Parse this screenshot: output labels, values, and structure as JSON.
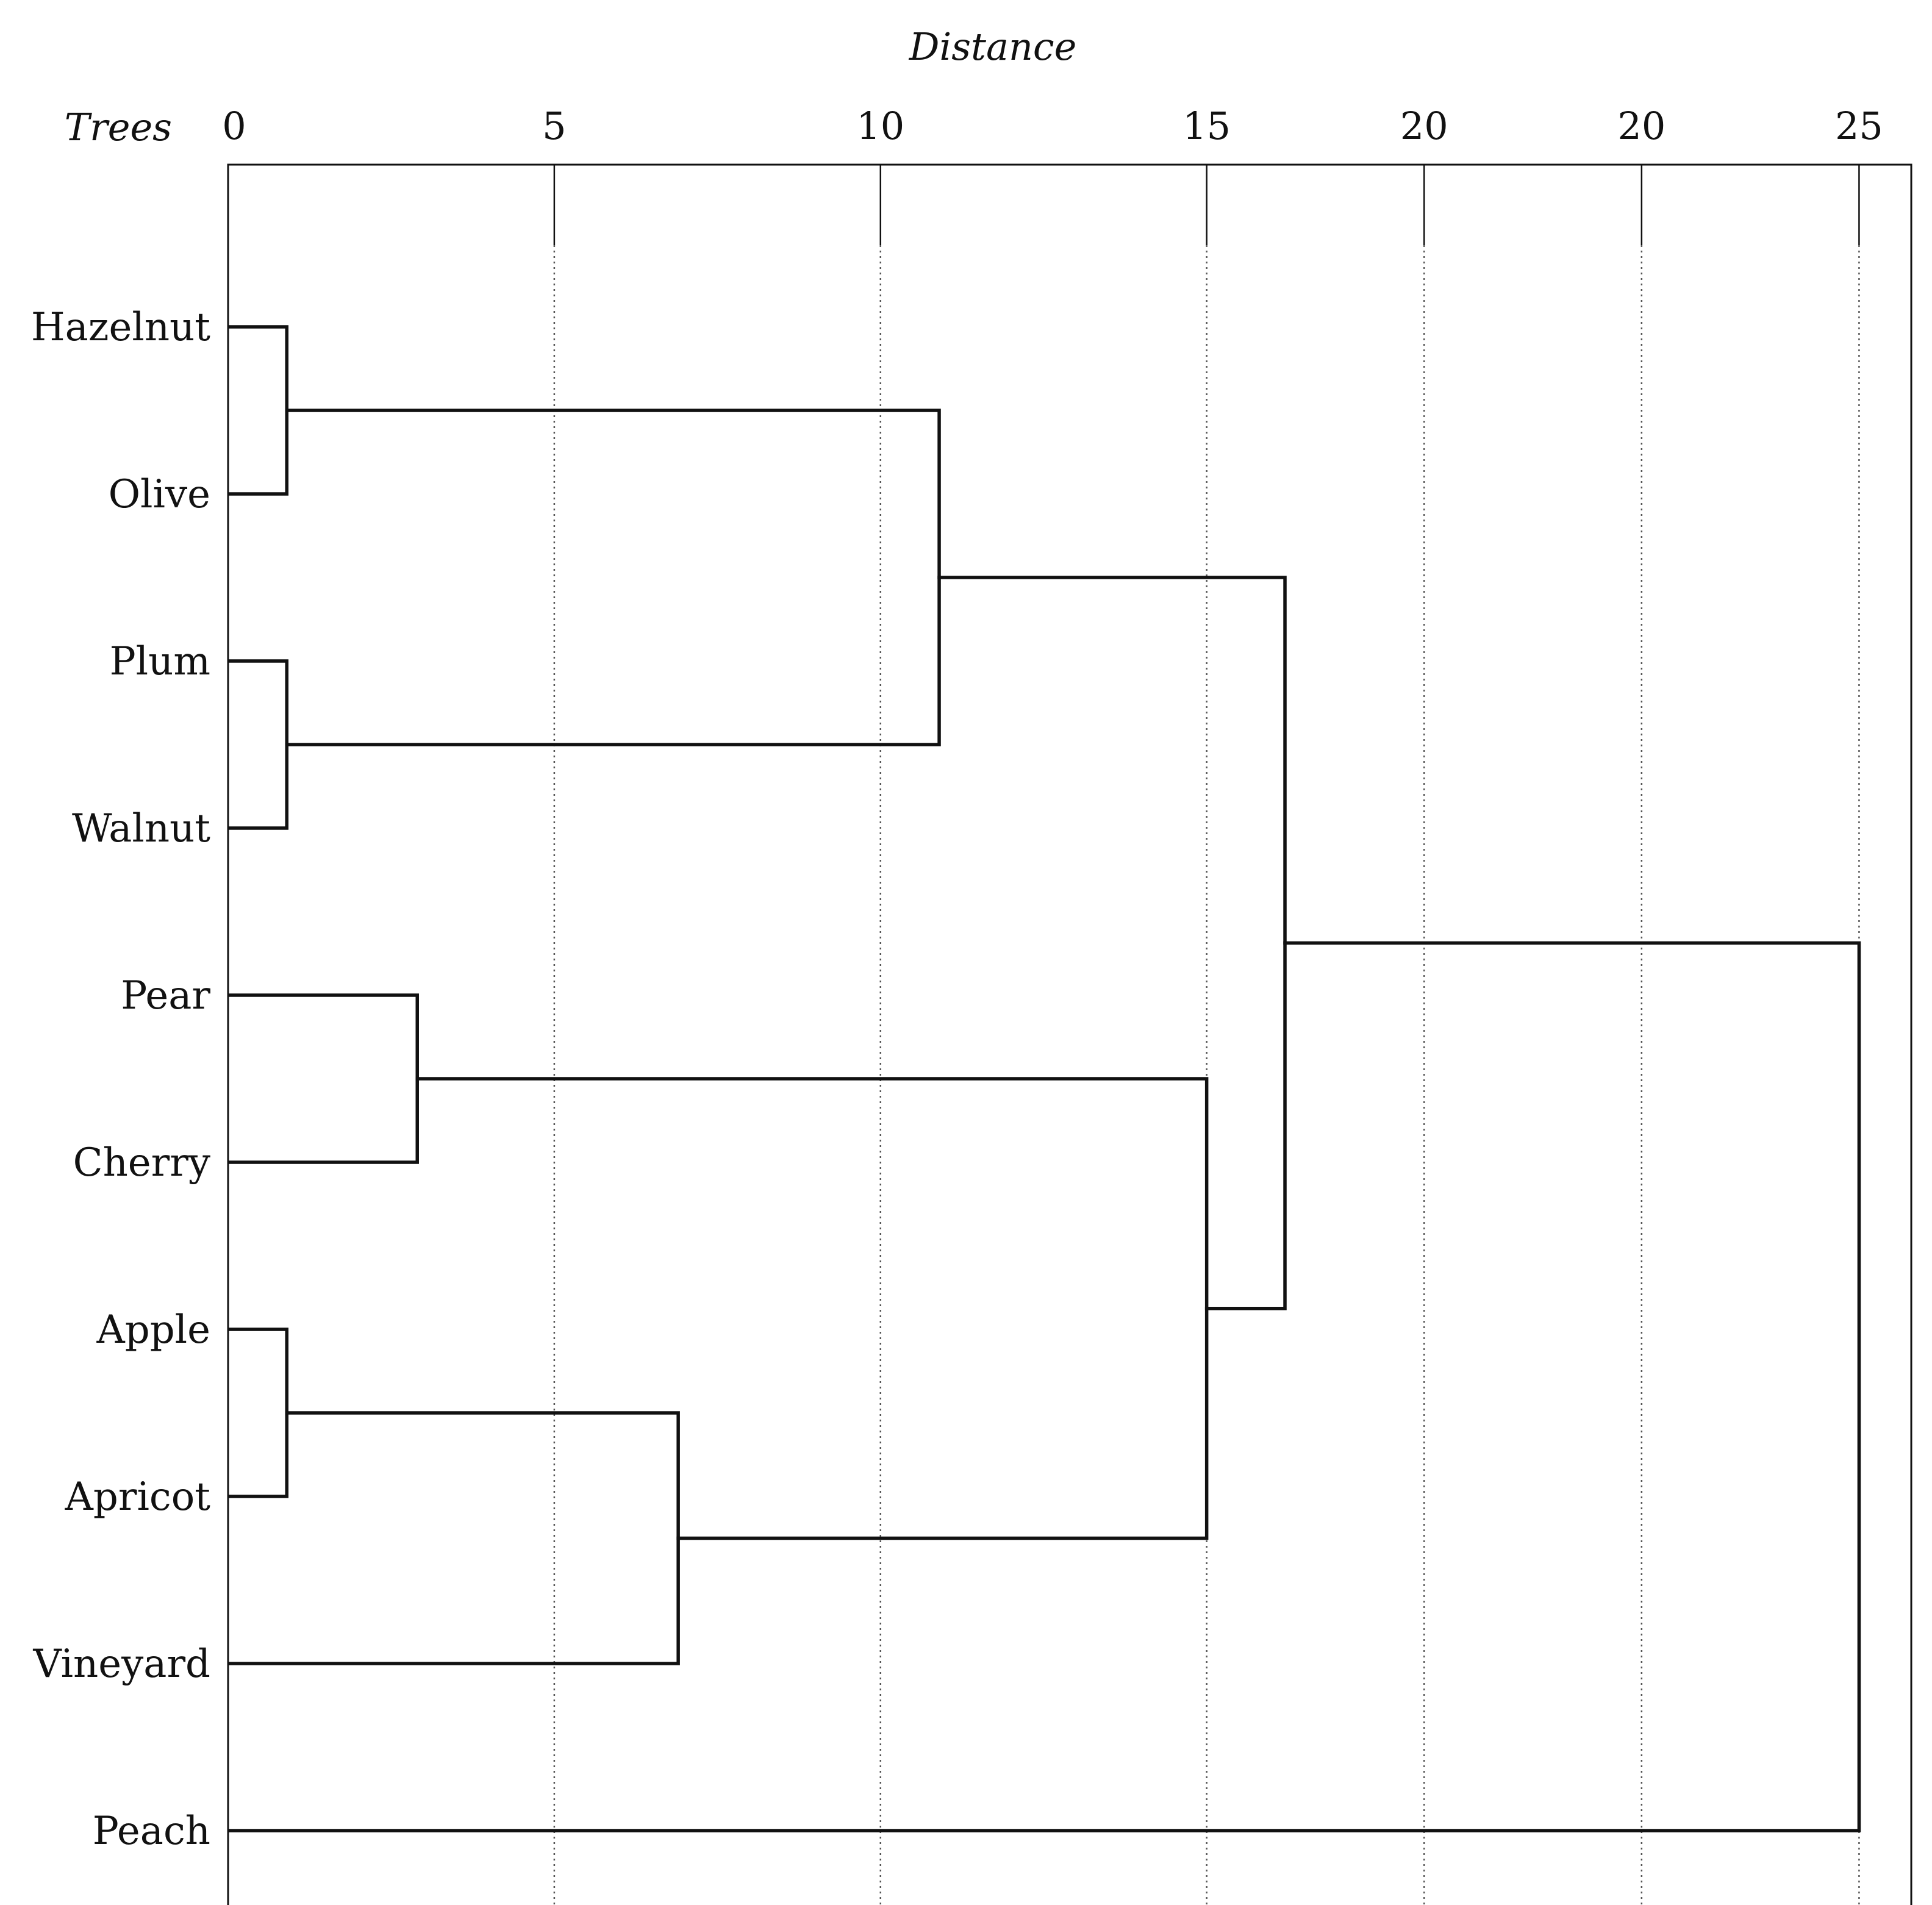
{
  "chart_data": {
    "type": "dendrogram",
    "title": "Distance",
    "ylabel": "Trees",
    "grid": true,
    "xlim": [
      0,
      25.8
    ],
    "ticks": [
      {
        "value": 0,
        "label": "0"
      },
      {
        "value": 5,
        "label": "5"
      },
      {
        "value": 10,
        "label": "10"
      },
      {
        "value": 15,
        "label": "15"
      },
      {
        "value": 20,
        "label": "20"
      },
      {
        "value": 20,
        "label": "20"
      },
      {
        "value": 25,
        "label": "25"
      }
    ],
    "leaves": [
      "Hazelnut",
      "Olive",
      "Plum",
      "Walnut",
      "Pear",
      "Cherry",
      "Apple",
      "Apricot",
      "Vineyard",
      "Peach"
    ],
    "merges": [
      {
        "left": "Hazelnut",
        "right": "Olive",
        "distance": 0.9
      },
      {
        "left": "Plum",
        "right": "Walnut",
        "distance": 0.9
      },
      {
        "left": "Apple",
        "right": "Apricot",
        "distance": 0.9
      },
      {
        "left": "Pear",
        "right": "Cherry",
        "distance": 2.9
      },
      {
        "left": "Apple+Apricot",
        "right": "Vineyard",
        "distance": 6.9
      },
      {
        "left": "Hazelnut+Olive",
        "right": "Plum+Walnut",
        "distance": 10.9
      },
      {
        "left": "Pear+Cherry",
        "right": "Apple+Apricot+Vineyard",
        "distance": 15.0
      },
      {
        "left": "Hazelnut+Olive+Plum+Walnut",
        "right": "Pear+Cherry+Apple+Apricot+Vineyard",
        "distance": 16.2
      },
      {
        "left": "all-others",
        "right": "Peach",
        "distance": 25.0
      }
    ]
  }
}
